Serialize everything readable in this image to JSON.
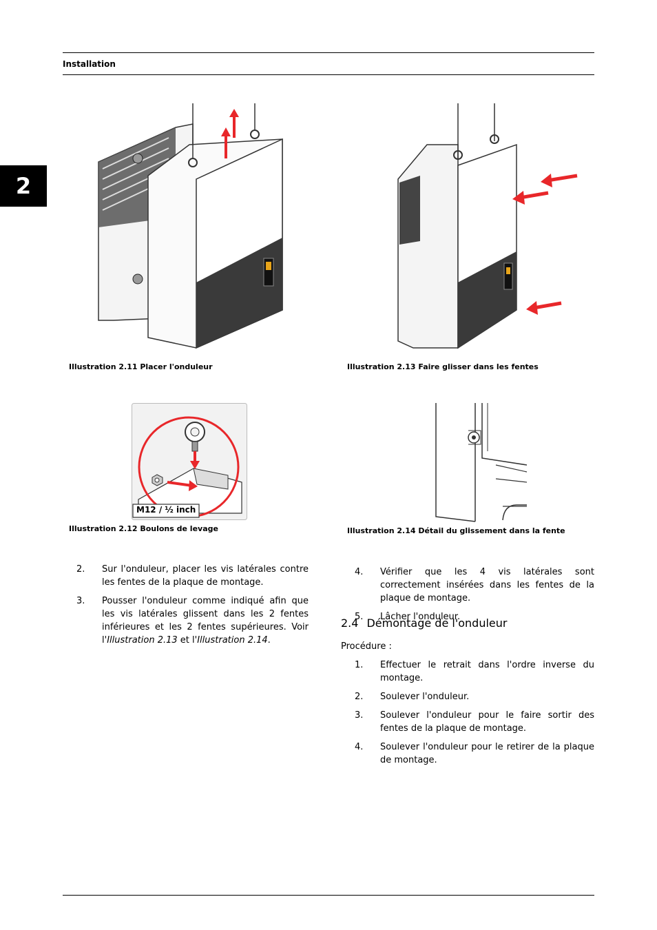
{
  "header": {
    "title": "Installation"
  },
  "chapter_tab": "2",
  "figures": {
    "fig_2_11": {
      "caption": "Illustration 2.11 Placer l'onduleur"
    },
    "fig_2_12": {
      "caption": "Illustration 2.12 Boulons de levage",
      "label": "M12 / ½ inch"
    },
    "fig_2_13": {
      "caption": "Illustration 2.13 Faire glisser dans les fentes"
    },
    "fig_2_14": {
      "caption": "Illustration 2.14 Détail du glissement dans la fente"
    }
  },
  "left_steps": [
    {
      "num": "2.",
      "text": "Sur l'onduleur, placer les vis latérales contre les fentes de la plaque de montage."
    },
    {
      "num": "3.",
      "text_before": "Pousser l'onduleur comme indiqué afin que les vis latérales glissent dans les 2 fentes inférieures et les 2 fentes supérieures. Voir l'",
      "ref1": "Illustration 2.13",
      "text_mid": " et l'",
      "ref2": "Illustration 2.14",
      "text_after": "."
    }
  ],
  "right_steps": [
    {
      "num": "4.",
      "text": "Vérifier que les 4 vis latérales sont correctement insérées dans les fentes de la plaque de montage."
    },
    {
      "num": "5.",
      "text": "Lâcher l'onduleur."
    }
  ],
  "section": {
    "number": "2.4",
    "title": "Démontage de l'onduleur",
    "intro": "Procédure :",
    "steps": [
      {
        "num": "1.",
        "text": "Effectuer le retrait dans l'ordre inverse du montage."
      },
      {
        "num": "2.",
        "text": "Soulever l'onduleur."
      },
      {
        "num": "3.",
        "text": "Soulever l'onduleur pour le faire sortir des fentes de la plaque de montage."
      },
      {
        "num": "4.",
        "text": "Soulever l'onduleur pour le retirer de la plaque de montage."
      }
    ]
  },
  "colors": {
    "arrow": "#e8272a",
    "panel": "#3a3a3a",
    "line": "#333333"
  }
}
